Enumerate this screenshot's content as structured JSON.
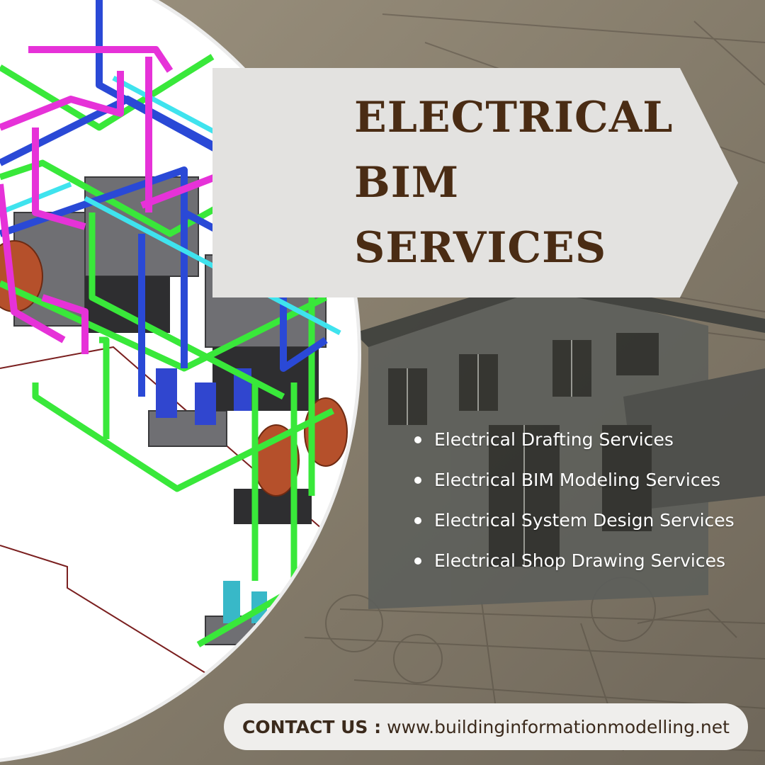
{
  "colors": {
    "background": "#8a8170",
    "banner": "#e3e2e0",
    "title_text": "#4a2c14",
    "pipe_green": "#39e83a",
    "pipe_blue": "#2a49d6",
    "pipe_magenta": "#e632d8",
    "pipe_cyan": "#3fe3ee",
    "equipment_gray": "#6f6f73",
    "tank_orange": "#b5502b"
  },
  "banner": {
    "title_lines": [
      "ELECTRICAL",
      "BIM",
      "SERVICES"
    ]
  },
  "services": [
    "Electrical Drafting Services",
    "Electrical BIM Modeling Services",
    "Electrical System Design Services",
    "Electrical Shop Drawing Services"
  ],
  "contact": {
    "label": "CONTACT US :",
    "url": "www.buildinginformationmodelling.net"
  }
}
